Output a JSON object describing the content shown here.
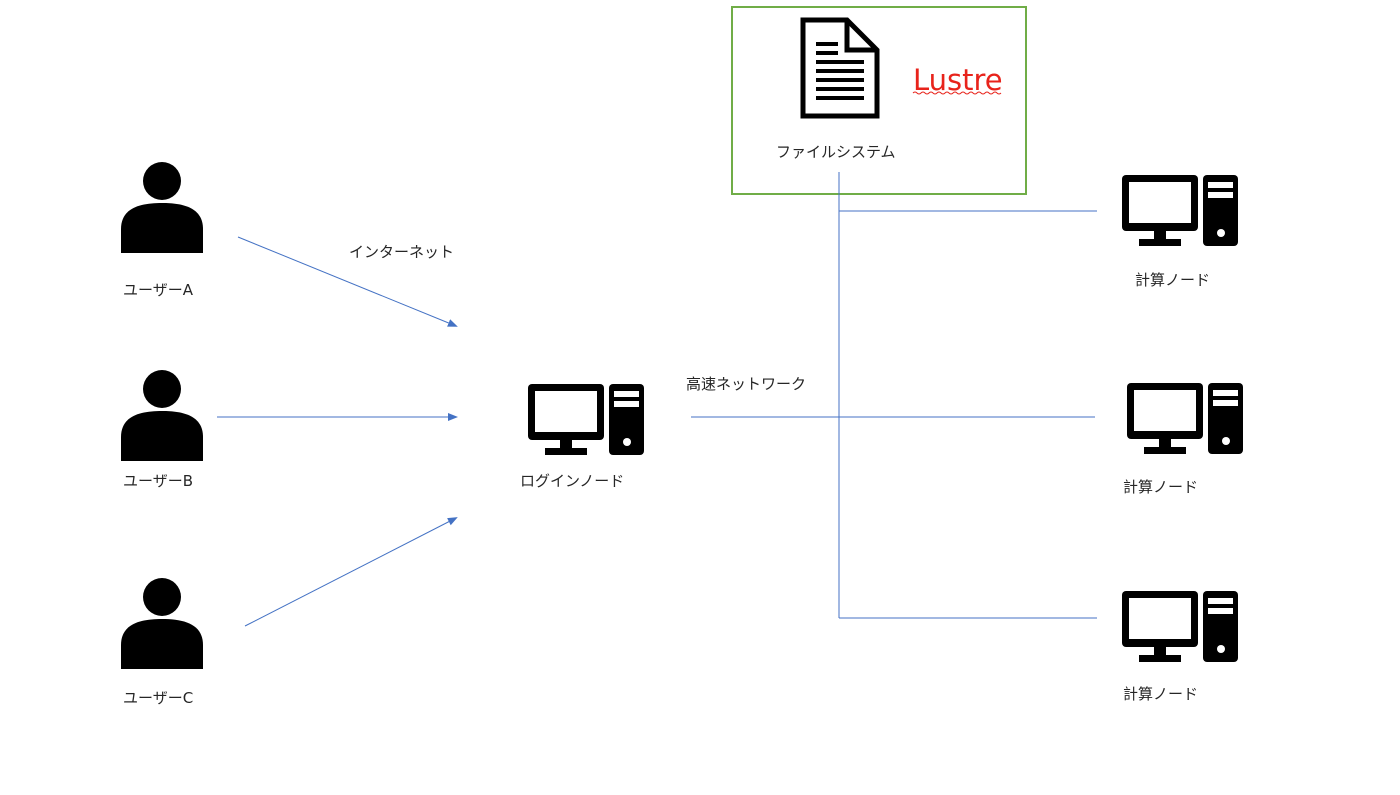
{
  "file_system": {
    "label": "ファイルシステム",
    "brand": "Lustre",
    "icon": "document-icon",
    "border_color": "#70ad47",
    "brand_color": "#e8231b"
  },
  "users": [
    {
      "label": "ユーザーA",
      "icon": "user-icon"
    },
    {
      "label": "ユーザーB",
      "icon": "user-icon"
    },
    {
      "label": "ユーザーC",
      "icon": "user-icon"
    }
  ],
  "internet_label": "インターネット",
  "login_node": {
    "label": "ログインノード",
    "icon": "computer-icon"
  },
  "network_label": "高速ネットワーク",
  "compute_nodes": [
    {
      "label": "計算ノード",
      "icon": "computer-icon"
    },
    {
      "label": "計算ノード",
      "icon": "computer-icon"
    },
    {
      "label": "計算ノード",
      "icon": "computer-icon"
    }
  ],
  "colors": {
    "connector": "#4472c4",
    "icon": "#000000",
    "text": "#262626"
  }
}
